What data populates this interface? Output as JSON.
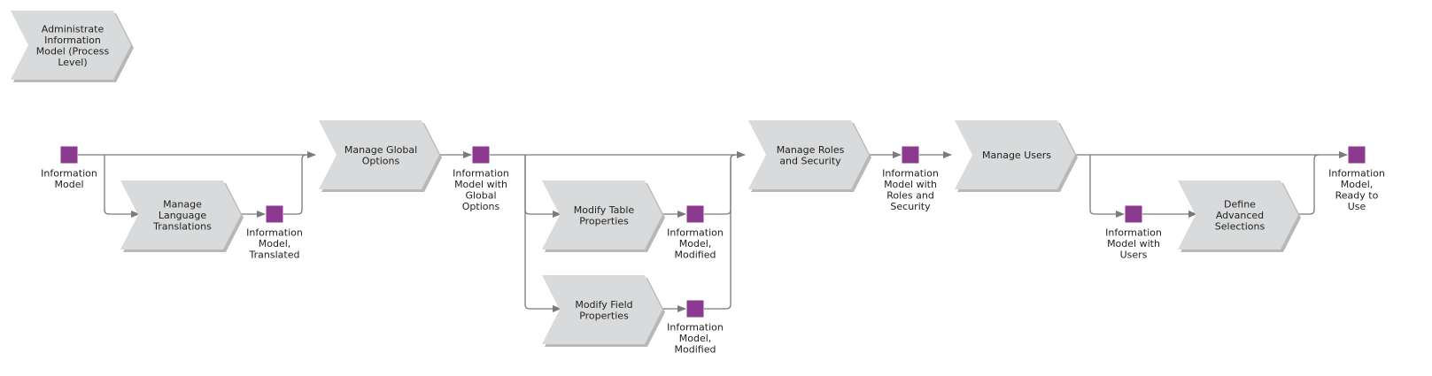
{
  "colors": {
    "process_fill": "#d9dadb",
    "process_shadow": "#b8b8b8",
    "object_fill": "#8b3a8f",
    "connector": "#7a7a7a"
  },
  "processes": [
    {
      "id": "p0",
      "lines": [
        "Administrate",
        "Information",
        "Model (Process",
        "Level)"
      ]
    },
    {
      "id": "p1",
      "lines": [
        "Manage",
        "Language",
        "Translations"
      ]
    },
    {
      "id": "p2",
      "lines": [
        "Manage Global",
        "Options"
      ]
    },
    {
      "id": "p3",
      "lines": [
        "Modify Table",
        "Properties"
      ]
    },
    {
      "id": "p4",
      "lines": [
        "Modify Field",
        "Properties"
      ]
    },
    {
      "id": "p5",
      "lines": [
        "Manage Roles",
        "and Security"
      ]
    },
    {
      "id": "p6",
      "lines": [
        "Manage Users"
      ]
    },
    {
      "id": "p7",
      "lines": [
        "Define",
        "Advanced",
        "Selections"
      ]
    }
  ],
  "objects": [
    {
      "id": "o1",
      "lines": [
        "Information",
        "Model"
      ]
    },
    {
      "id": "o2",
      "lines": [
        "Information",
        "Model,",
        "Translated"
      ]
    },
    {
      "id": "o3",
      "lines": [
        "Information",
        "Model with",
        "Global",
        "Options"
      ]
    },
    {
      "id": "o4",
      "lines": [
        "Information",
        "Model,",
        "Modified"
      ]
    },
    {
      "id": "o5",
      "lines": [
        "Information",
        "Model,",
        "Modified"
      ]
    },
    {
      "id": "o6",
      "lines": [
        "Information",
        "Model with",
        "Roles and",
        "Security"
      ]
    },
    {
      "id": "o7",
      "lines": [
        "Information",
        "Model with",
        "Users"
      ]
    },
    {
      "id": "o8",
      "lines": [
        "Information",
        "Model,",
        "Ready to",
        "Use"
      ]
    }
  ]
}
